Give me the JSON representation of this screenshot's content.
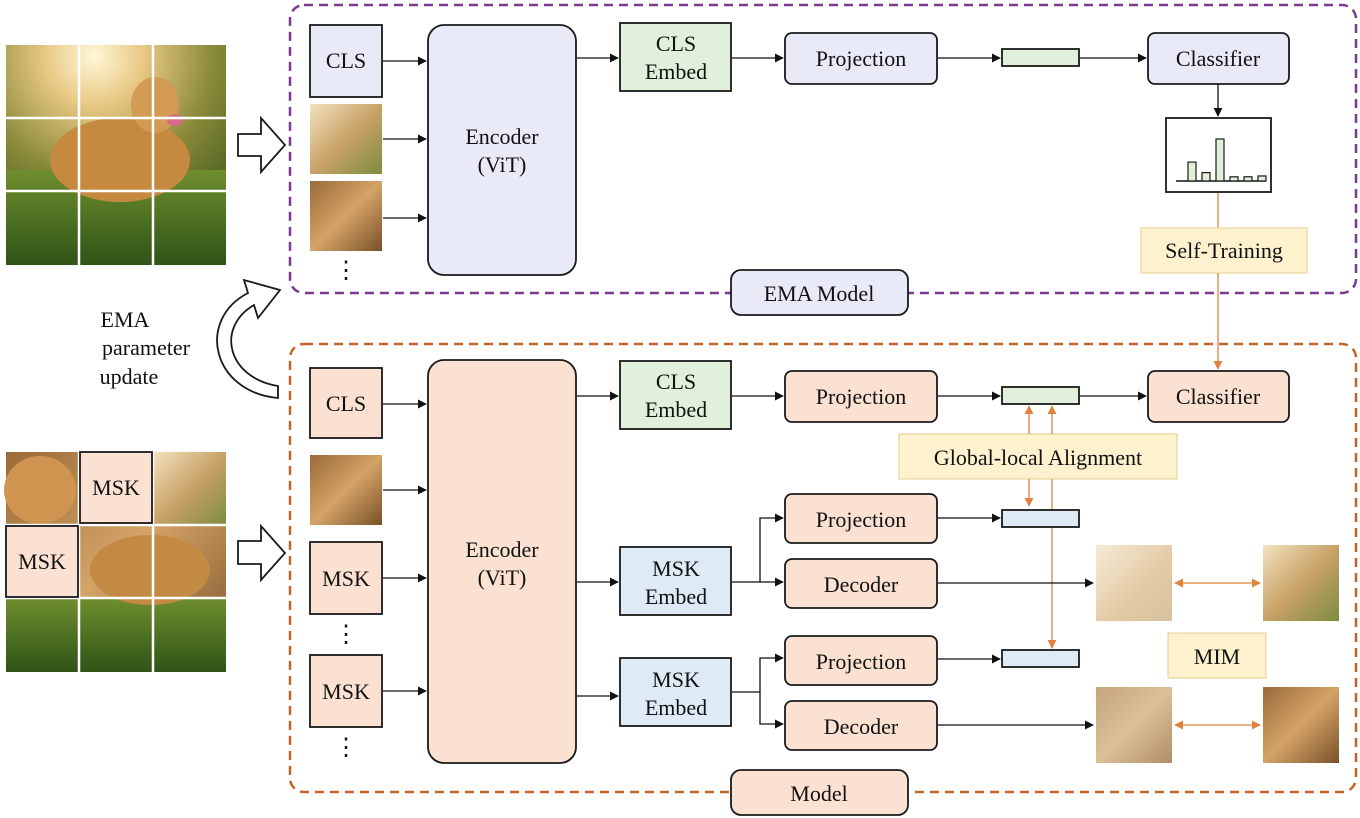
{
  "colors": {
    "ema_fill": "#e9eaf8",
    "model_fill": "#fbe1d2",
    "embed_fill": "#e0f0da",
    "msk_embed_fill": "#deeaf6",
    "note_fill": "#fdf2cd",
    "ema_border": "#7a3a94",
    "model_border": "#c0652a",
    "orange_line": "#e0833f"
  },
  "labels": {
    "ema_model": "EMA Model",
    "model": "Model",
    "ema_update_line1": "EMA",
    "ema_update_line2": "parameter",
    "ema_update_line3": "update",
    "self_training": "Self-Training",
    "global_local": "Global-local Alignment",
    "mim": "MIM"
  },
  "ema": {
    "cls": "CLS",
    "encoder_line1": "Encoder",
    "encoder_line2": "(ViT)",
    "cls_embed_line1": "CLS",
    "cls_embed_line2": "Embed",
    "projection": "Projection",
    "classifier": "Classifier",
    "dots": "⋮"
  },
  "model": {
    "cls": "CLS",
    "msk": "MSK",
    "encoder_line1": "Encoder",
    "encoder_line2": "(ViT)",
    "cls_embed_line1": "CLS",
    "cls_embed_line2": "Embed",
    "msk_embed_line1": "MSK",
    "msk_embed_line2": "Embed",
    "projection": "Projection",
    "decoder": "Decoder",
    "classifier": "Classifier",
    "dots": "⋮"
  },
  "image_masks": {
    "msk": "MSK"
  },
  "chart_data": {
    "type": "bar",
    "values": [
      0.45,
      0.2,
      1.0,
      0.1,
      0.1,
      0.12
    ]
  }
}
